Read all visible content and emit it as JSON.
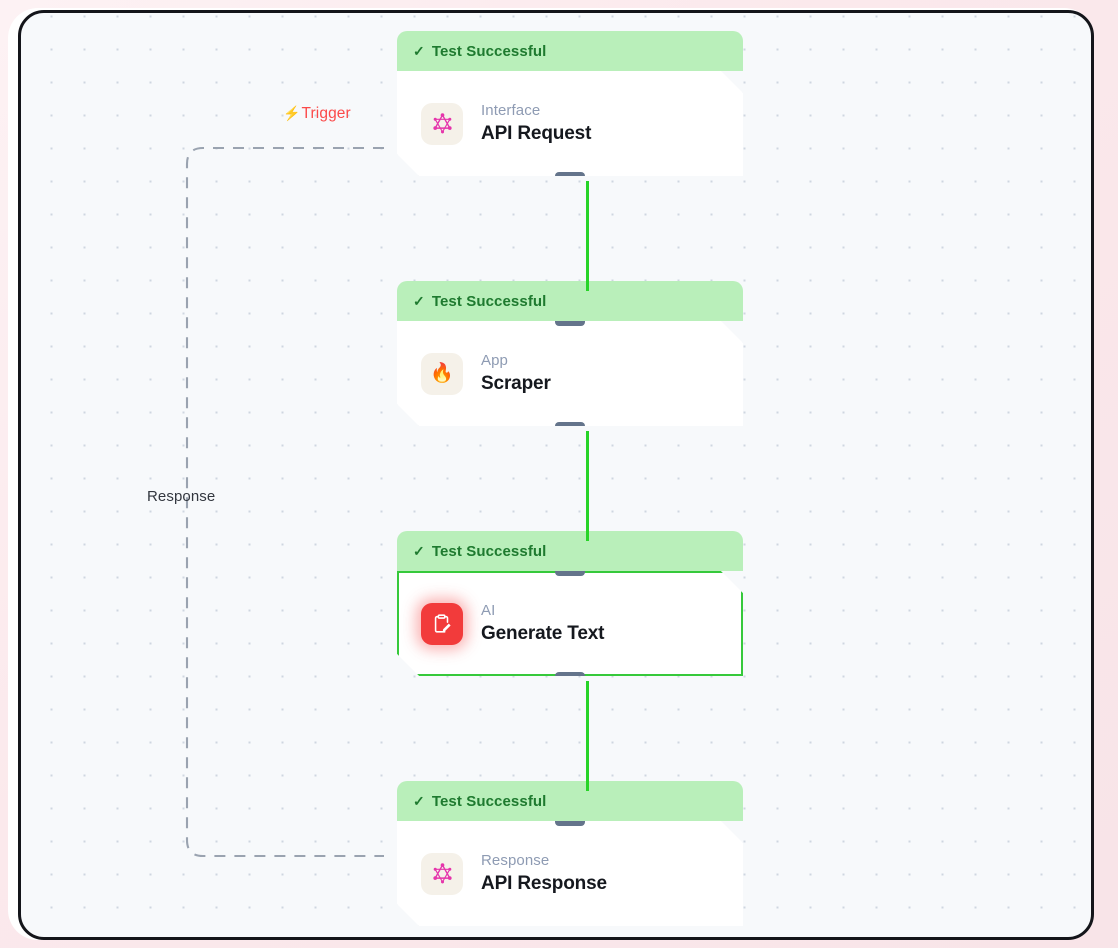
{
  "canvas": {
    "grid": "dot-grid",
    "background_color": "#f7f9fb",
    "frame_color": "#14151a",
    "page_background": "#fbe9ec"
  },
  "labels": {
    "trigger": {
      "text": "Trigger",
      "icon": "lightning-bolt-icon",
      "color": "#fb4a4a"
    },
    "response": {
      "text": "Response",
      "color": "#33373f"
    }
  },
  "status_badge": {
    "text": "Test Successful",
    "icon": "check-icon",
    "background_color": "#b9efba",
    "text_color": "#1e7a2f"
  },
  "link_color": "#27d428",
  "handle_color": "#64748b",
  "selection_color": "#36c93b",
  "nodes": [
    {
      "id": "api-request",
      "status": "Test Successful",
      "kind": "Interface",
      "title": "API Request",
      "icon": "graphql-icon",
      "icon_style": "beige",
      "selected": false
    },
    {
      "id": "scraper",
      "status": "Test Successful",
      "kind": "App",
      "title": "Scraper",
      "icon": "fire-icon",
      "icon_style": "beige",
      "selected": false
    },
    {
      "id": "generate-text",
      "status": "Test Successful",
      "kind": "AI",
      "title": "Generate Text",
      "icon": "clipboard-pencil-icon",
      "icon_style": "red",
      "selected": true
    },
    {
      "id": "api-response",
      "status": "Test Successful",
      "kind": "Response",
      "title": "API Response",
      "icon": "graphql-icon",
      "icon_style": "beige",
      "selected": false
    }
  ]
}
